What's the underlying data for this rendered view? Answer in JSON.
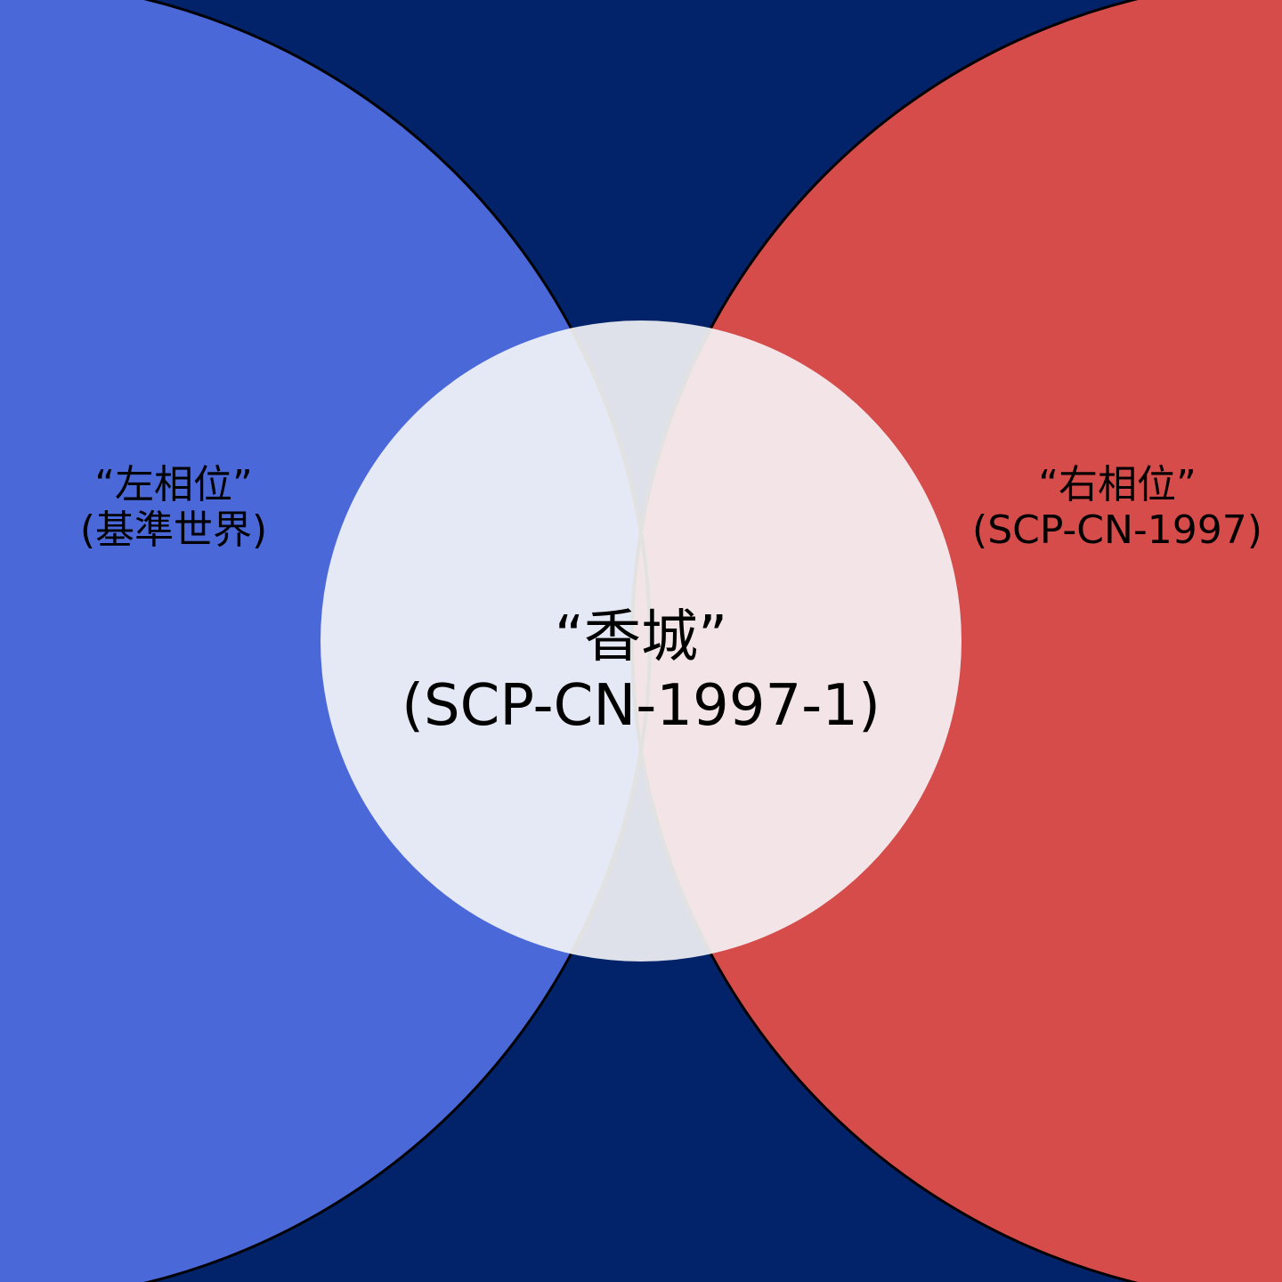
{
  "colors": {
    "background": "#02236a",
    "left_circle": "#4a68d8",
    "right_circle": "#d64c4b",
    "center_circle": "#f4f4f7",
    "outline": "#000000"
  },
  "left_region": {
    "title": "“左相位”",
    "subtitle": "(基準世界)"
  },
  "right_region": {
    "title": "“右相位”",
    "subtitle": "(SCP-CN-1997)"
  },
  "center_region": {
    "title": "“香城”",
    "subtitle": "(SCP-CN-1997-1)"
  }
}
